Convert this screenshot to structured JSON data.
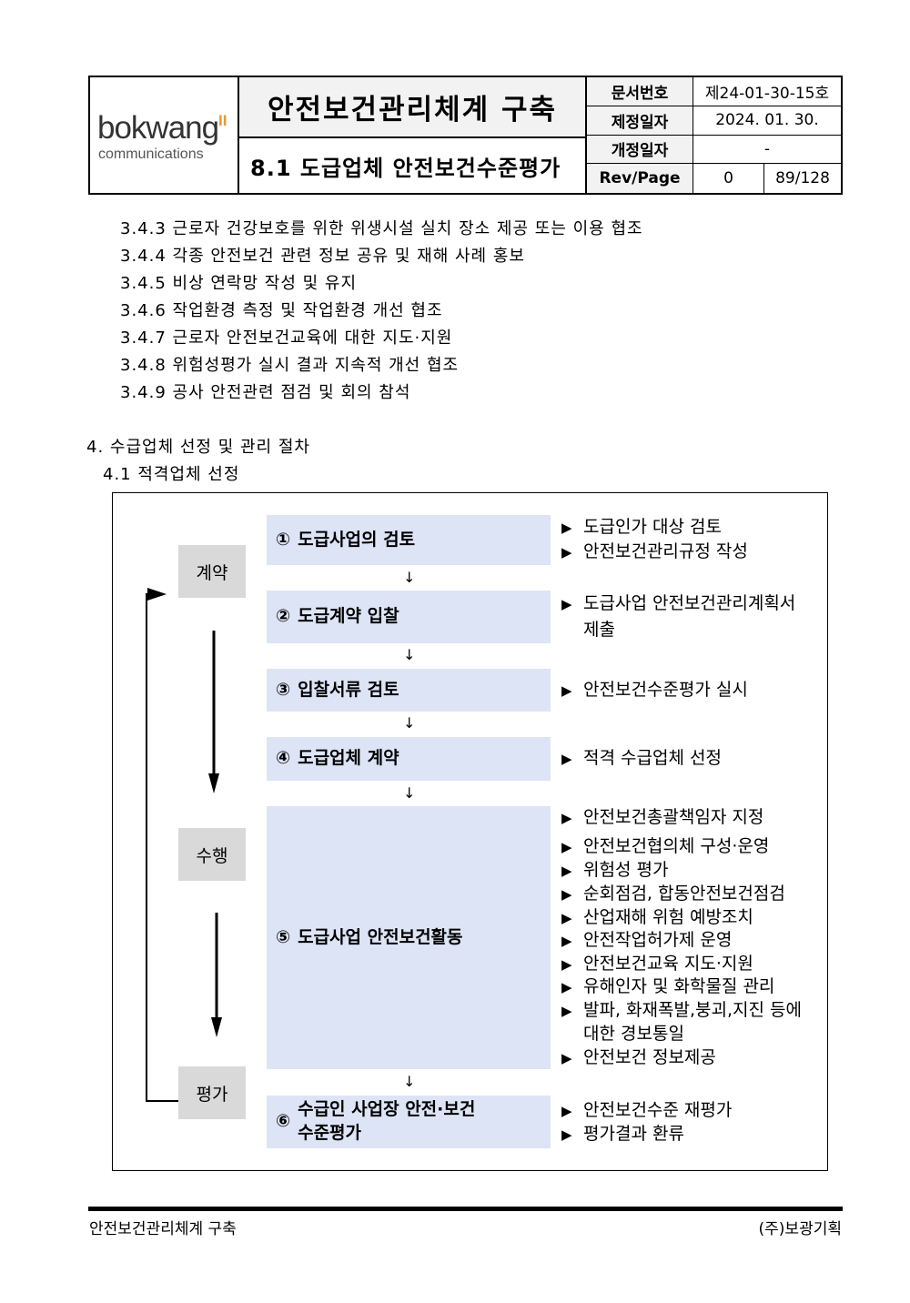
{
  "header": {
    "logo_word": "bokwang",
    "logo_mark": "II",
    "logo_sub": "communications",
    "title": "안전보건관리체계 구축",
    "subtitle": "8.1 도급업체 안전보건수준평가",
    "meta": {
      "doc_no_label": "문서번호",
      "doc_no": "제24-01-30-15호",
      "created_label": "제정일자",
      "created": "2024. 01. 30.",
      "revised_label": "개정일자",
      "revised": "-",
      "rev_label": "Rev/Page",
      "rev": "0",
      "page": "89/128"
    }
  },
  "body": {
    "items": [
      "3.4.3 근로자 건강보호를 위한 위생시설 실치 장소 제공 또는 이용 협조",
      "3.4.4 각종 안전보건 관련 정보 공유 및 재해 사례 홍보",
      "3.4.5 비상 연락망 작성 및 유지",
      "3.4.6 작업환경 측정 및 작업환경 개선 협조",
      "3.4.7 근로자 안전보건교육에 대한 지도·지원",
      "3.4.8 위험성평가 실시 결과 지속적 개선 협조",
      "3.4.9 공사 안전관련 점검 및 회의 참석"
    ],
    "section4": "4. 수급업체 선정 및 관리 절차",
    "section41": "4.1 적격업체 선정"
  },
  "diagram": {
    "phases": [
      "계약",
      "수행",
      "평가"
    ],
    "steps": [
      {
        "num": "①",
        "text": "도급사업의 검토"
      },
      {
        "num": "②",
        "text": "도급계약 입찰"
      },
      {
        "num": "③",
        "text": "입찰서류 검토"
      },
      {
        "num": "④",
        "text": "도급업체 계약"
      },
      {
        "num": "⑤",
        "text": "도급사업 안전보건활동"
      },
      {
        "num": "⑥",
        "text": "수급인 사업장 안전·보건\n수준평가"
      }
    ],
    "arrow": "↓",
    "bullet": "▶",
    "details": {
      "s1": [
        "도급인가 대상 검토",
        "안전보건관리규정 작성"
      ],
      "s2": [
        "도급사업 안전보건관리계획서",
        "제출"
      ],
      "s3": [
        "안전보건수준평가 실시"
      ],
      "s4": [
        "적격 수급업체 선정"
      ],
      "s5": [
        "안전보건총괄책임자 지정",
        "안전보건협의체 구성·운영",
        "위험성 평가",
        "순회점검, 합동안전보건점검",
        "산업재해 위험 예방조치",
        "안전작업허가제 운영",
        "안전보건교육 지도·지원",
        "유해인자 및 화학물질 관리",
        "발파, 화재폭발,붕괴,지진 등에",
        "대한 경보통일",
        "안전보건 정보제공"
      ],
      "s6": [
        "안전보건수준 재평가",
        "평가결과 환류"
      ]
    }
  },
  "footer": {
    "left": "안전보건관리체계 구축",
    "right": "(주)보광기획"
  }
}
